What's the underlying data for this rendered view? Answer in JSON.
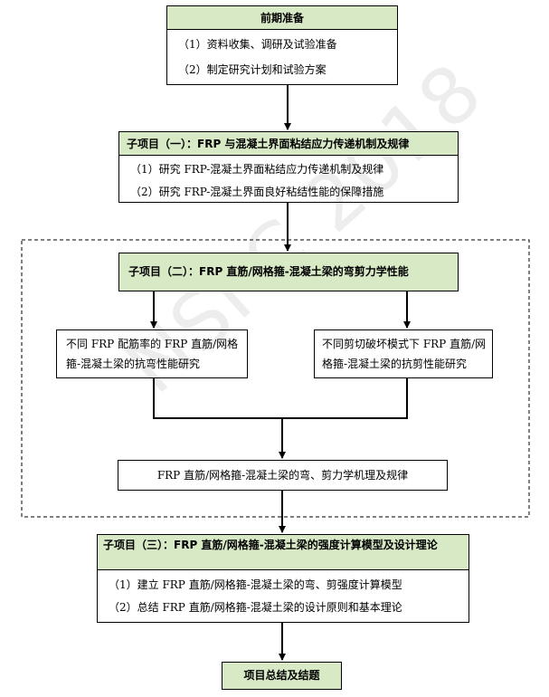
{
  "prep": {
    "title": "前期准备",
    "items": [
      "（1）资料收集、调研及试验准备",
      "（2）制定研究计划和试验方案"
    ]
  },
  "sub1": {
    "title": "子项目（一）：FRP 与混凝土界面粘结应力传递机制及规律",
    "items": [
      "（1）研究 FRP-混凝土界面粘结应力传递机制及规律",
      "（2）研究 FRP-混凝土界面良好粘结性能的保障措施"
    ]
  },
  "sub2": {
    "title": "子项目（二）：FRP 直筋/网格箍-混凝土梁的弯剪力学性能",
    "left_box": "不同 FRP 配筋率的 FRP 直筋/网格箍-混凝土梁的抗弯性能研究",
    "right_box": "不同剪切破坏模式下 FRP 直筋/网格箍-混凝土梁的抗剪性能研究",
    "merge_box": "FRP 直筋/网格箍-混凝土梁的弯、剪力学机理及规律"
  },
  "sub3": {
    "title": "子项目（三）：FRP 直筋/网格箍-混凝土梁的强度计算模型及设计理论",
    "items": [
      "（1）建立 FRP 直筋/网格箍-混凝土梁的弯、剪强度计算模型",
      "（2）总结 FRP 直筋/网格箍-混凝土梁的设计原则和基本理论"
    ]
  },
  "final": {
    "title": "项目总结及结题"
  },
  "watermark": "NSFC 2018",
  "colors": {
    "header_fill": "#d8e9c6",
    "line": "#000000"
  }
}
